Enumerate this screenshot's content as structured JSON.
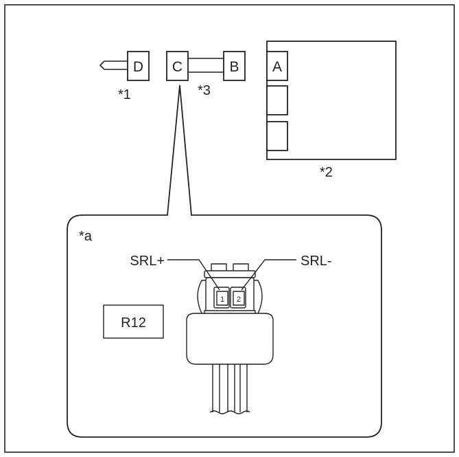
{
  "labels": {
    "connector_d": "D",
    "connector_c": "C",
    "connector_b": "B",
    "connector_a": "A",
    "ref_1": "*1",
    "ref_2": "*2",
    "ref_3": "*3",
    "ref_a": "*a",
    "pin_1_signal": "SRL+",
    "pin_2_signal": "SRL-",
    "pin_1_number": "1",
    "pin_2_number": "2",
    "connector_code": "R12"
  },
  "colors": {
    "line": "#222222",
    "background": "#ffffff"
  }
}
